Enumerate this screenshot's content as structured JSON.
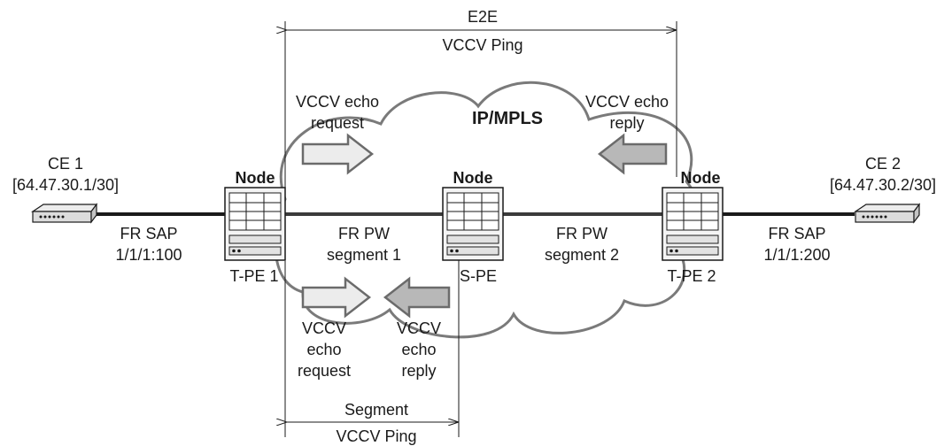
{
  "e2e": {
    "line1": "E2E",
    "line2": "VCCV Ping"
  },
  "segment": {
    "line1": "Segment",
    "line2": "VCCV Ping"
  },
  "cloud": {
    "label": "IP/MPLS"
  },
  "ce1": {
    "name": "CE 1",
    "address": "[64.47.30.1/30]"
  },
  "ce2": {
    "name": "CE 2",
    "address": "[64.47.30.2/30]"
  },
  "nodes": {
    "tpe1": {
      "tag": "Node",
      "name": "T-PE 1"
    },
    "spe": {
      "tag": "Node",
      "name": "S-PE"
    },
    "tpe2": {
      "tag": "Node",
      "name": "T-PE 2"
    }
  },
  "links": {
    "sap1": {
      "line1": "FR SAP",
      "line2": "1/1/1:100"
    },
    "pw1": {
      "line1": "FR PW",
      "line2": "segment 1"
    },
    "pw2": {
      "line1": "FR PW",
      "line2": "segment 2"
    },
    "sap2": {
      "line1": "FR SAP",
      "line2": "1/1/1:200"
    }
  },
  "echo_top_request": {
    "line1": "VCCV echo",
    "line2": "request"
  },
  "echo_top_reply": {
    "line1": "VCCV echo",
    "line2": "reply"
  },
  "echo_bottom_request": {
    "line1": "VCCV",
    "line2": "echo",
    "line3": "request"
  },
  "echo_bottom_reply": {
    "line1": "VCCV",
    "line2": "echo",
    "line3": "reply"
  }
}
